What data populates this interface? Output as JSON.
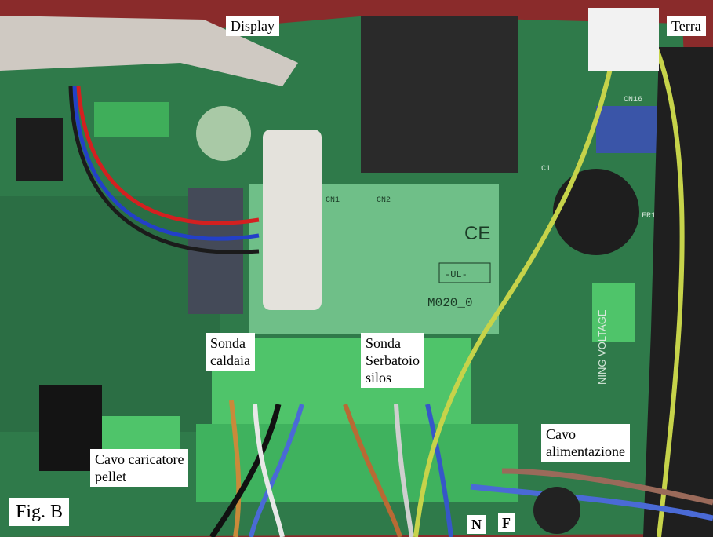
{
  "labels": {
    "display": "Display",
    "terra": "Terra",
    "sonda_caldaia": [
      "Sonda",
      "caldaia"
    ],
    "sonda_serbatoio": [
      "Sonda",
      "Serbatoio",
      "silos"
    ],
    "cavo_caricatore": [
      "Cavo caricatore",
      "pellet"
    ],
    "cavo_alimentazione": [
      "Cavo",
      "alimentazione"
    ],
    "fig": "Fig. B",
    "n": "N",
    "f": "F"
  },
  "board_markings": {
    "ce": "CE",
    "ul": "-UL-",
    "model": "M020_0",
    "voltage": "NING VOLTAGE",
    "cn1": "CN1",
    "cn2": "CN2",
    "cn16": "CN16",
    "c1": "C1",
    "fr1": "FR1"
  },
  "colors": {
    "board_green": "#2f7a4a",
    "daughter_board": "#6fbf88",
    "terminal_green": "#4fc46a",
    "background_red": "#8a2b2b",
    "transformer": "#2a2a2a"
  }
}
